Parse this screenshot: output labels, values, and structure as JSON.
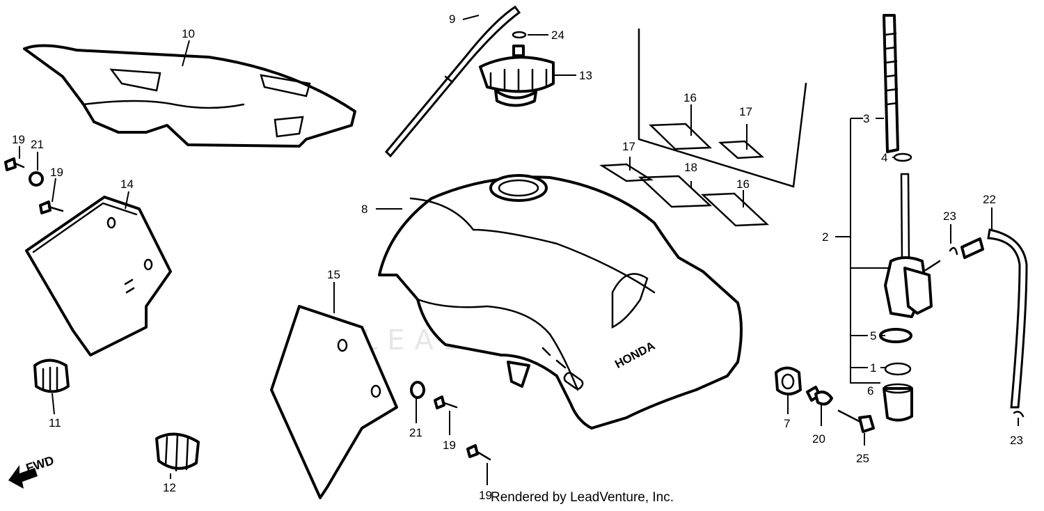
{
  "watermark": {
    "text": "LEADVENTURE"
  },
  "footer": {
    "text": "Rendered by LeadVenture, Inc."
  },
  "direction_indicator": {
    "label": "FWD"
  },
  "tank_brand": "HONDA",
  "callouts": {
    "c1": "1",
    "c2": "2",
    "c3": "3",
    "c4": "4",
    "c5": "5",
    "c6": "6",
    "c7": "7",
    "c8": "8",
    "c9": "9",
    "c10": "10",
    "c11": "11",
    "c12": "12",
    "c13": "13",
    "c14": "14",
    "c15": "15",
    "c16a": "16",
    "c16b": "16",
    "c17a": "17",
    "c17b": "17",
    "c18": "18",
    "c19a": "19",
    "c19b": "19",
    "c19c": "19",
    "c19d": "19",
    "c20": "20",
    "c21a": "21",
    "c21b": "21",
    "c22": "22",
    "c23a": "23",
    "c23b": "23",
    "c24": "24",
    "c25": "25"
  }
}
